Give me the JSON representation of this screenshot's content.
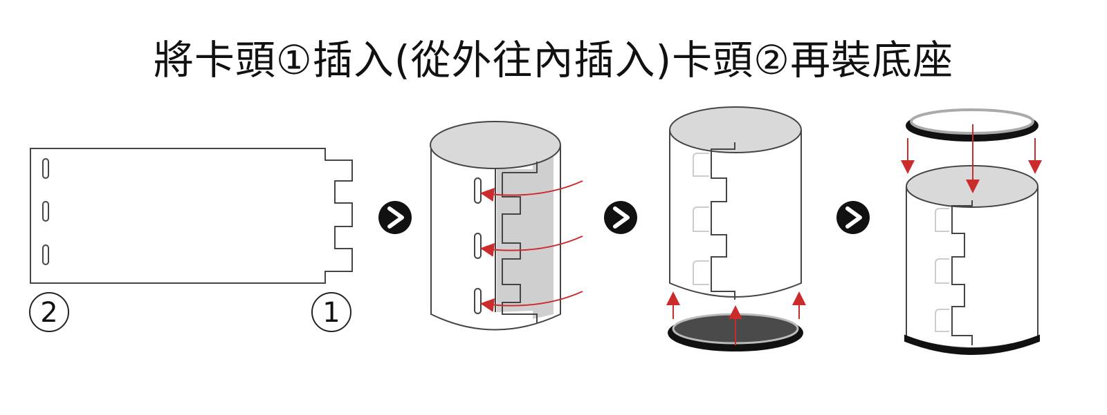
{
  "title": "將卡頭①插入(從外往內插入)卡頭②再裝底座",
  "labels": {
    "tab_end": "1",
    "slot_end": "2"
  },
  "colors": {
    "stroke": "#444444",
    "top_fill": "#d9d9d9",
    "inner_fill": "#cfcfcf",
    "base_dark": "#4a4a4a",
    "base_black": "#111111",
    "arrow": "#cc2b2b",
    "step_circle": "#111111"
  },
  "steps": [
    {
      "name": "flat-sheet"
    },
    {
      "name": "roll-insert-tabs"
    },
    {
      "name": "attach-base"
    },
    {
      "name": "attach-top-ring"
    }
  ],
  "icons": [
    "next-step-icon",
    "next-step-icon",
    "next-step-icon"
  ]
}
